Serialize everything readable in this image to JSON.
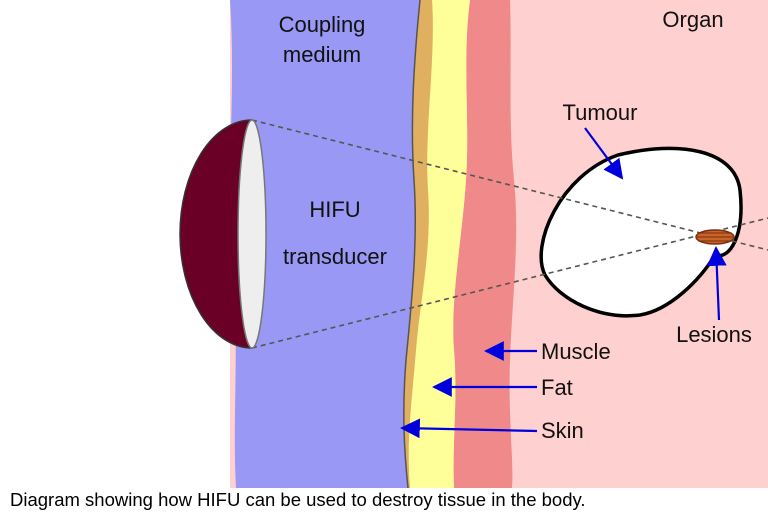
{
  "labels": {
    "coupling_medium_line1": "Coupling",
    "coupling_medium_line2": "medium",
    "organ": "Organ",
    "tumour": "Tumour",
    "hifu_line1": "HIFU",
    "hifu_line2": "transducer",
    "lesions": "Lesions",
    "muscle": "Muscle",
    "fat": "Fat",
    "skin": "Skin"
  },
  "caption": "Diagram showing how HIFU can be used to destroy tissue in the body.",
  "colors": {
    "coupling_medium": "#9999f5",
    "organ": "#ffd0d0",
    "muscle": "#f08a8a",
    "fat": "#ffff99",
    "skin": "#e0b060",
    "transducer_body": "#6b0026",
    "transducer_face": "#eeeeee",
    "arrow": "#0000dd",
    "lesion": "#c86428"
  }
}
